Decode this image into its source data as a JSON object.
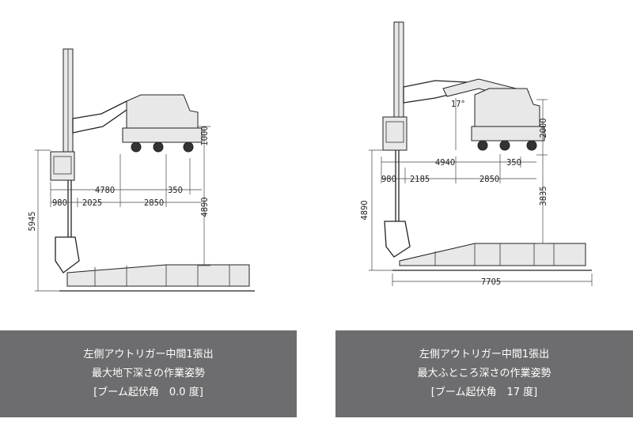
{
  "left": {
    "caption": {
      "line1": "左側アウトリガー中間1張出",
      "line2": "最大地下深さの作業姿勢",
      "line3": "[ブーム起伏角　0.0 度]"
    },
    "dims": {
      "d4780": "4780",
      "d350": "350",
      "d980": "980",
      "d2025": "2025",
      "d2850": "2850",
      "d1000": "1000",
      "d4890": "4890",
      "d5945": "5945"
    }
  },
  "right": {
    "caption": {
      "line1": "左側アウトリガー中間1張出",
      "line2": "最大ふところ深さの作業姿勢",
      "line3": "[ブーム起伏角　17 度]"
    },
    "dims": {
      "angle": "17°",
      "d4940": "4940",
      "d350": "350",
      "d980": "980",
      "d2185": "2185",
      "d2850": "2850",
      "d2000": "2000",
      "d3835": "3835",
      "d4890": "4890",
      "d7705": "7705"
    }
  },
  "colors": {
    "caption_bg": "#6d6d6f",
    "caption_text": "#ffffff"
  }
}
